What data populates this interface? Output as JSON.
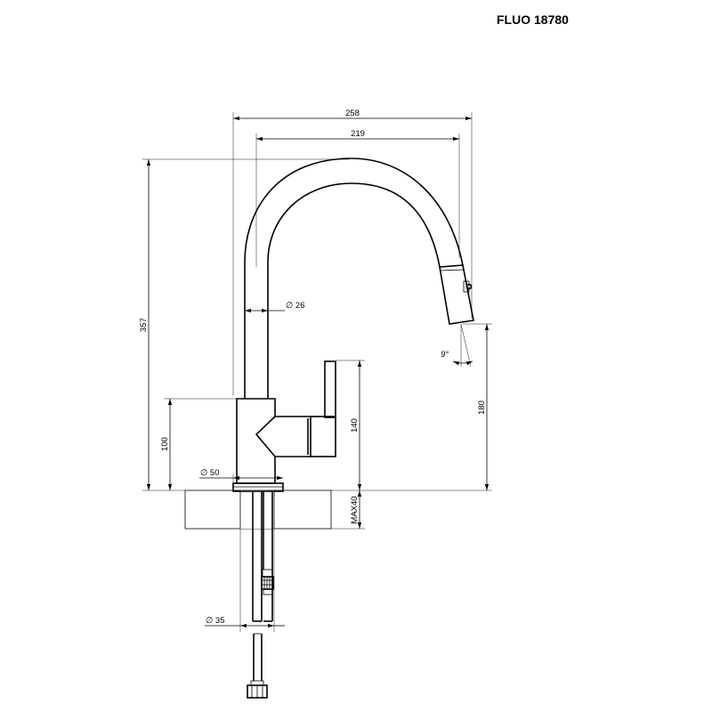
{
  "header": {
    "title": "FLUO 18780"
  },
  "dimensions": {
    "overall_width": "258",
    "spout_reach": "219",
    "overall_height": "357",
    "spout_diameter": "∅ 26",
    "spout_angle": "9°",
    "outlet_height": "180",
    "lever_height": "140",
    "body_height": "100",
    "base_diameter": "∅ 50",
    "max_deck_thickness": "MAX40",
    "shank_diameter": "∅ 35"
  }
}
